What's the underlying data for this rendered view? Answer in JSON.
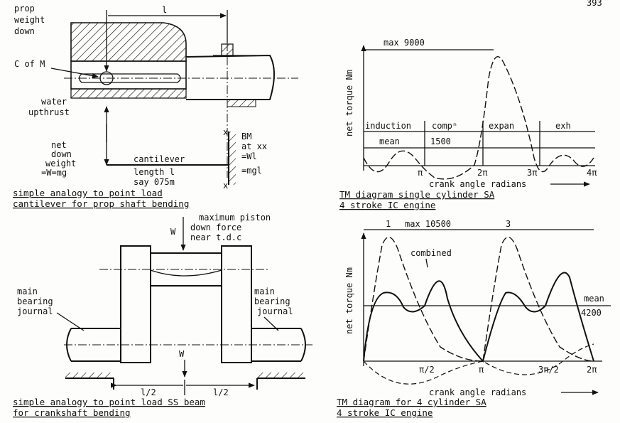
{
  "page_corner": "393",
  "cantilever": {
    "prop_weight_down": [
      "prop",
      "weight",
      "down"
    ],
    "length_symbol": "l",
    "c_of_m": "C of M",
    "water_upthrust": [
      "water",
      "upthrust"
    ],
    "net_down_weight": [
      "net",
      "down",
      "weight",
      "=W=mg"
    ],
    "cantilever_label": "cantilever",
    "length_label": "length l",
    "say_label": "say 075m",
    "bm_label": [
      "BM",
      "at xx",
      "=Wl",
      "=mgl"
    ],
    "x_mark": "x",
    "caption": [
      "simple analogy to point load",
      "cantilever for prop shaft bending"
    ]
  },
  "tm_single": {
    "y_axis_label": "net torque Nm",
    "x_axis_label": "crank angle radians",
    "max_label": "max 9000",
    "phases": [
      "induction",
      "compⁿ",
      "expan",
      "exh"
    ],
    "mean_label": "mean",
    "mean_value": "1500",
    "x_ticks": [
      "π",
      "2π",
      "3π",
      "4π"
    ],
    "caption": [
      "TM diagram single cylinder SA",
      "4 stroke IC engine"
    ]
  },
  "crankshaft": {
    "force_text": [
      "maximum piston",
      "down force",
      "near t.d.c"
    ],
    "w_top": "W",
    "w_bottom": "W",
    "main_bearing_left": [
      "main",
      "bearing",
      "journal"
    ],
    "main_bearing_right": [
      "main",
      "bearing",
      "journal"
    ],
    "half_span_left": "l/2",
    "half_span_right": "l/2",
    "caption": [
      "simple analogy to point load SS beam",
      "for crankshaft bending"
    ]
  },
  "tm_four": {
    "y_axis_label": "net torque Nm",
    "x_axis_label": "crank angle radians",
    "peak_1": "1",
    "peak_3": "3",
    "max_label": "max 10500",
    "combined_label": "combined",
    "mean_label": "mean",
    "mean_value": "4200",
    "x_ticks": [
      "π/2",
      "π",
      "3π/2",
      "2π"
    ],
    "caption": [
      "TM diagram for 4 cylinder SA",
      "4 stroke IC engine"
    ]
  },
  "colors": {
    "ink": "#111111",
    "paper": "#fdfdfb"
  }
}
